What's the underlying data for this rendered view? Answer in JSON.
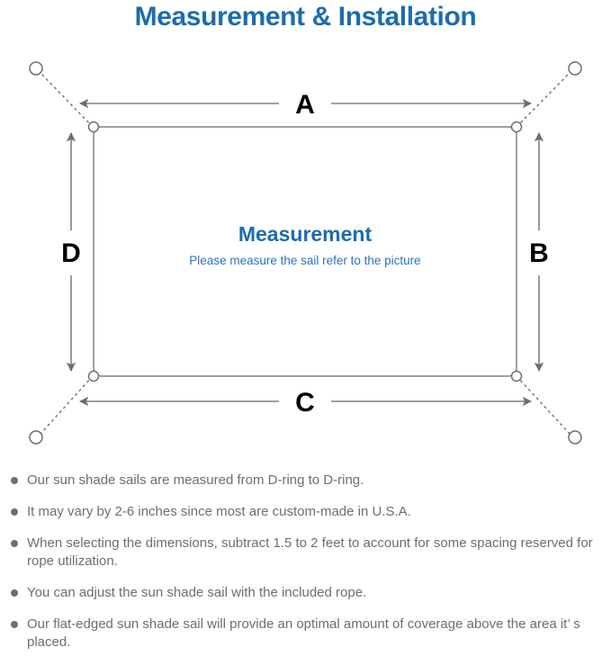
{
  "page": {
    "title": "Measurement & Installation",
    "title_color": "#1b6cb0",
    "background_color": "#ffffff"
  },
  "diagram": {
    "name": "sun-shade-sail-measurement-diagram",
    "center_title": "Measurement",
    "center_subtitle": "Please measure the sail refer to the picture",
    "center_title_color": "#1b6cb0",
    "center_subtitle_color": "#2d74b5",
    "line_color": "#808080",
    "sail_outline_color": "#808080",
    "dimension_labels": {
      "top": "A",
      "right": "B",
      "bottom": "C",
      "left": "D"
    },
    "label_color": "#000000",
    "d_ring_count": 4,
    "anchor_point_count": 4
  },
  "notes": [
    "Our sun shade sails are measured from D-ring to D-ring.",
    "It may vary by 2-6 inches since most are custom-made in U.S.A.",
    "When selecting the dimensions, subtract 1.5 to 2 feet to account for some spacing reserved for rope utilization.",
    "You can adjust the sun shade sail with the included rope.",
    "Our flat-edged sun shade sail will provide an optimal amount of coverage above the area it’  s placed."
  ]
}
